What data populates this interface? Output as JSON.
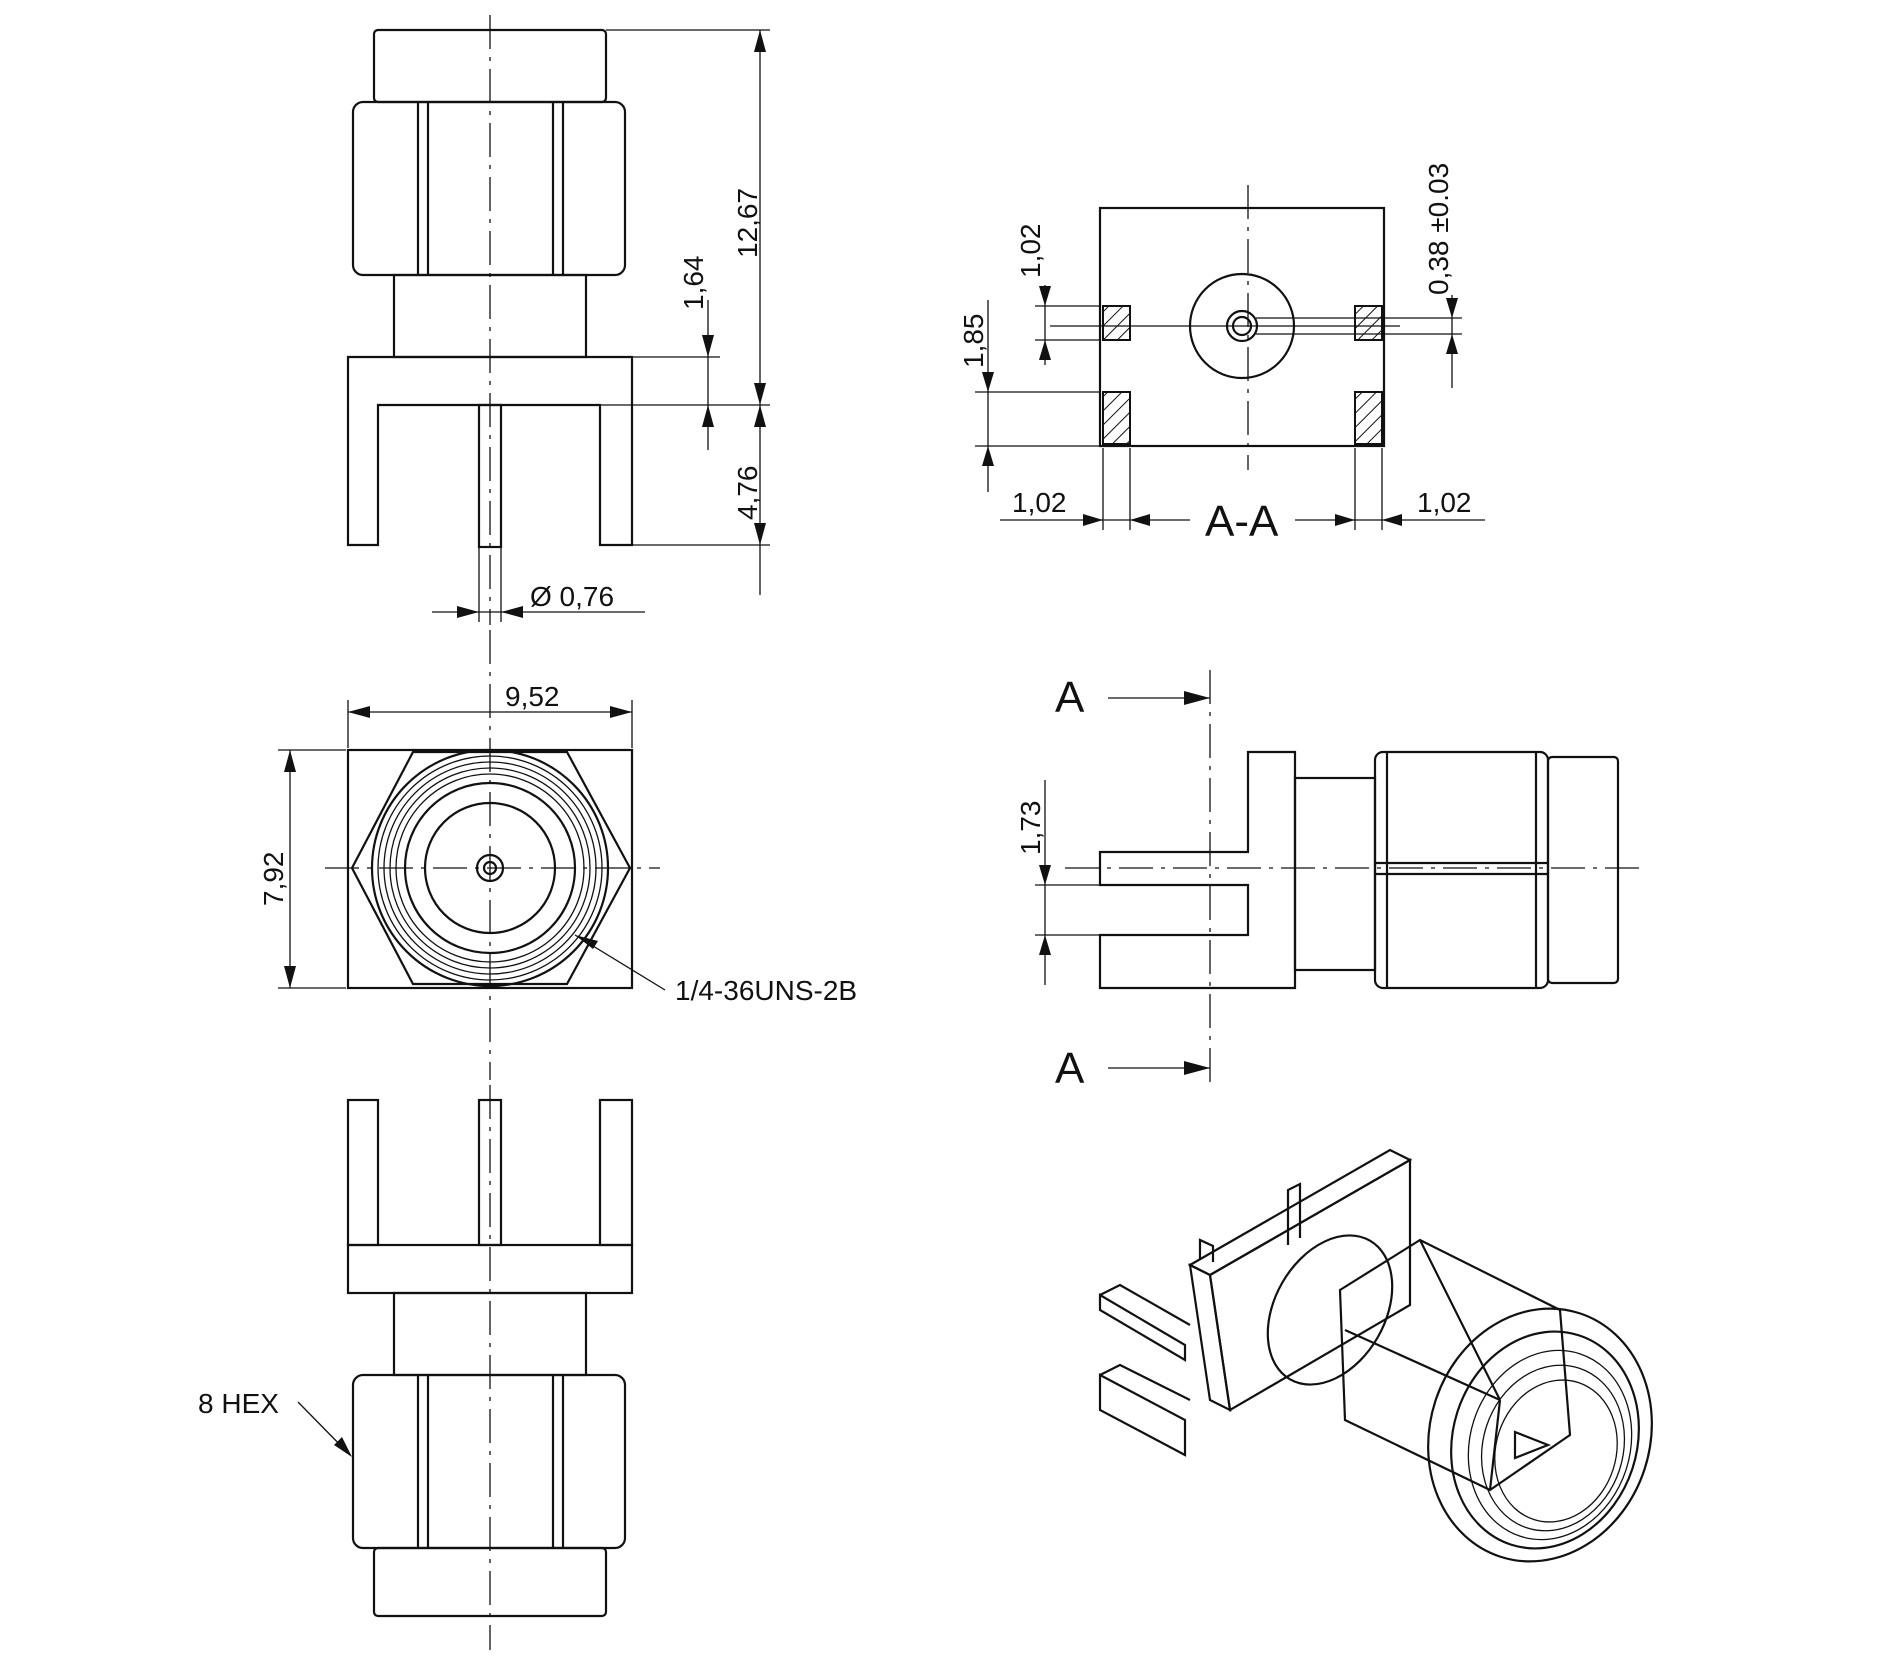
{
  "labels": {
    "overall_height": "12,67",
    "flange_height": "1,64",
    "pin_length": "4,76",
    "pin_diameter": "Ø  0,76",
    "body_width": "9,52",
    "body_height": "7,92",
    "thread": "1/4-36UNS-2B",
    "hex": "8 HEX",
    "pad_top": "1,02",
    "pad_offset": "1,85",
    "pad_left": "1,02",
    "pad_right": "1,02",
    "section_name": "A-A",
    "center_pin": "0,38 ±0.03",
    "tab_spacing": "1,73",
    "section_top": "A",
    "section_bottom": "A"
  },
  "colors": {
    "line": "#111111",
    "background": "#ffffff"
  }
}
